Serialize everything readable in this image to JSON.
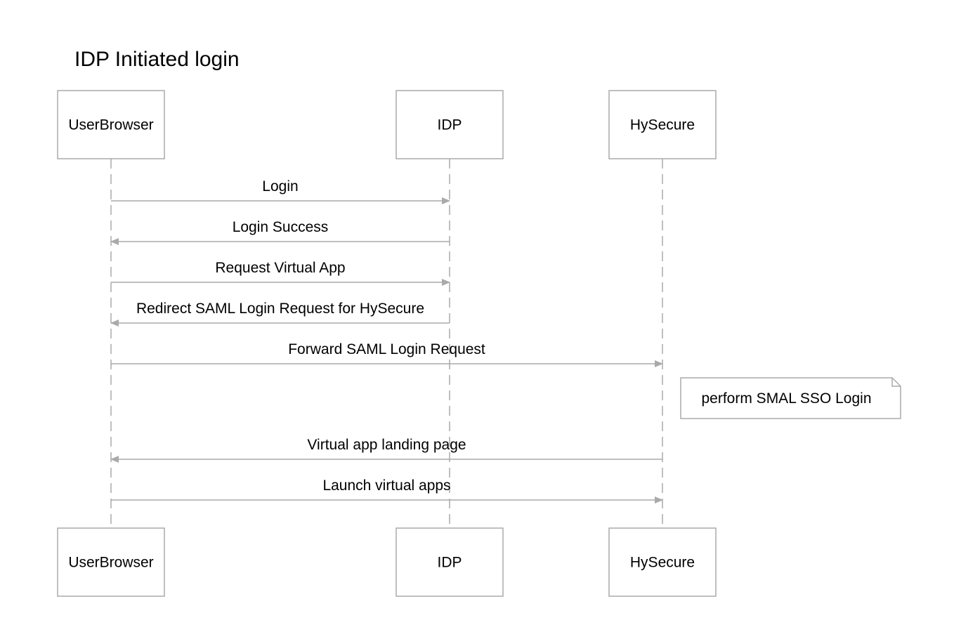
{
  "title": "IDP Initiated login",
  "participants": [
    {
      "id": "user",
      "label": "UserBrowser"
    },
    {
      "id": "idp",
      "label": "IDP"
    },
    {
      "id": "hys",
      "label": "HySecure"
    }
  ],
  "messages": [
    {
      "from": "user",
      "to": "idp",
      "label": "Login"
    },
    {
      "from": "idp",
      "to": "user",
      "label": "Login Success"
    },
    {
      "from": "user",
      "to": "idp",
      "label": "Request Virtual App"
    },
    {
      "from": "idp",
      "to": "user",
      "label": "Redirect SAML Login Request for HySecure"
    },
    {
      "from": "user",
      "to": "hys",
      "label": "Forward SAML Login Request"
    },
    {
      "from": "hys",
      "to": "user",
      "label": "Virtual app landing page"
    },
    {
      "from": "user",
      "to": "hys",
      "label": "Launch virtual apps"
    }
  ],
  "note": {
    "participant": "hys",
    "label": "perform SMAL SSO Login"
  },
  "colors": {
    "line": "#aaaaaa",
    "box_border": "#aaaaaa",
    "text": "#000000"
  }
}
